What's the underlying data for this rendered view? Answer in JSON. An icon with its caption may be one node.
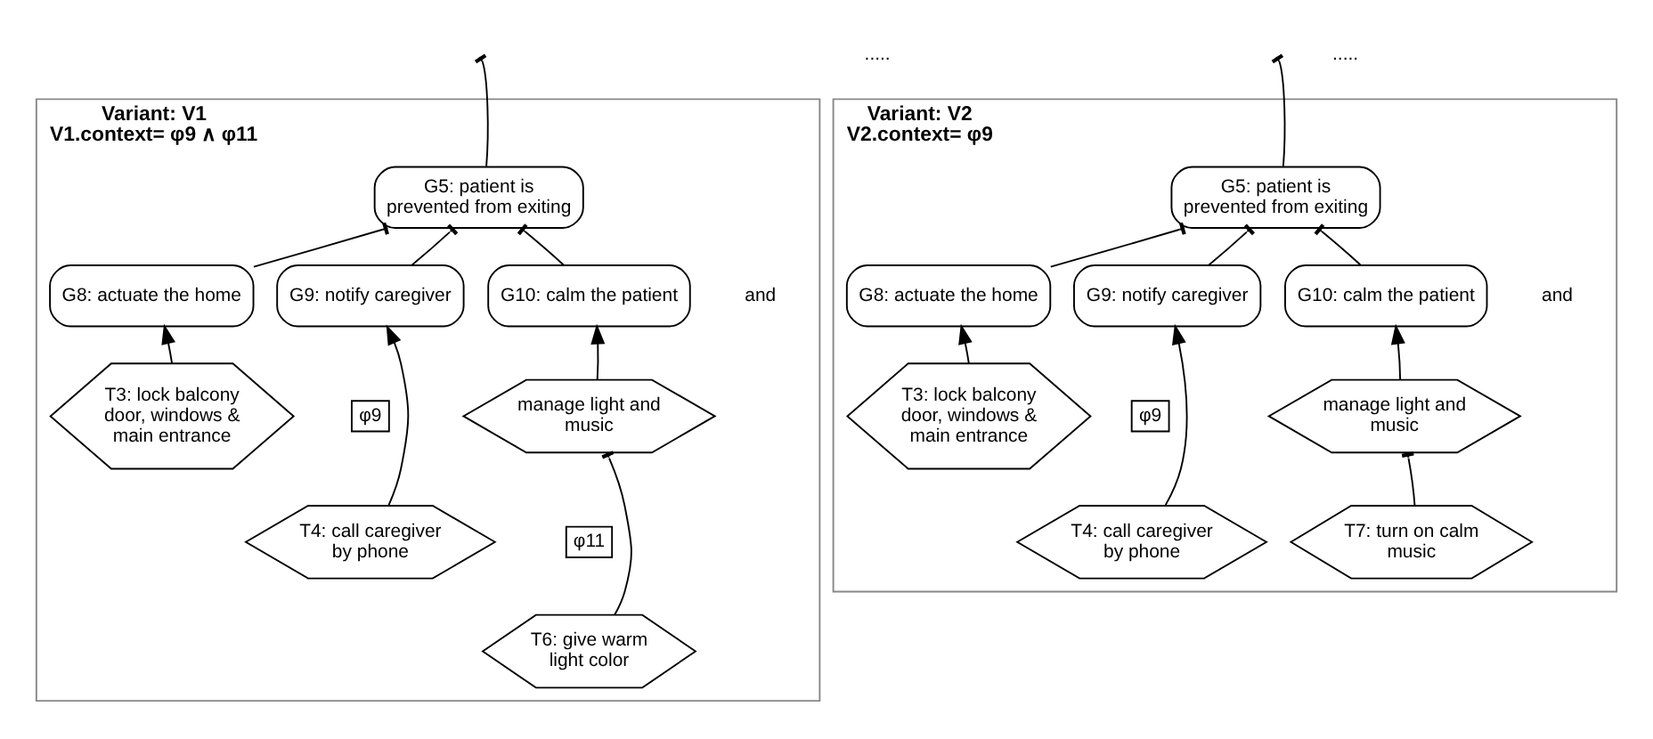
{
  "diagram": {
    "nodes": [
      {
        "text": [
          "Variant: V1",
          "V1.context= φ9 ∧ φ11"
        ]
      },
      {
        "text": [
          "G5: patient is prevented from exiting"
        ],
        "in": 0
      },
      {
        "text": [
          "G8: actuate the home"
        ],
        "in": 0
      },
      {
        "text": [
          "G9: notify caregiver"
        ],
        "in": 0
      },
      {
        "text": [
          "G10: calm the patient"
        ],
        "in": 0
      },
      {
        "text": [
          "φ9"
        ],
        "in": 0
      },
      {
        "text": [
          "T3: lock balcony door, windows & main entrance"
        ],
        "in": 0
      },
      {
        "text": [
          "T4: call caregiver by phone"
        ],
        "in": 0
      },
      {
        "text": [
          "manage light and music"
        ],
        "in": 0
      },
      {
        "text": [
          "φ11"
        ],
        "in": 0
      },
      {
        "text": [
          "T6: give warm light color"
        ],
        "in": 0
      },
      {
        "text": [
          "Variant: V2",
          "V2.context= φ9"
        ]
      },
      {
        "text": [
          "G5: patient is prevented from exiting"
        ],
        "in": 11
      },
      {
        "text": [
          "G8: actuate the home"
        ],
        "in": 11
      },
      {
        "text": [
          "G9: notify caregiver"
        ],
        "in": 11
      },
      {
        "text": [
          "G10: calm the patient"
        ],
        "in": 11
      },
      {
        "text": [
          "φ9"
        ],
        "in": 11
      },
      {
        "text": [
          "T3: lock balcony door, windows & main entrance"
        ],
        "in": 11
      },
      {
        "text": [
          "T4: call caregiver by phone"
        ],
        "in": 11
      },
      {
        "text": [
          "manage light and music"
        ],
        "in": 11
      },
      {
        "text": [
          "T7: turn on calm music"
        ],
        "in": 11
      }
    ],
    "edges": [
      {
        "from": null,
        "to": 1,
        "arrow": "other"
      },
      {
        "from": 1,
        "to": 2,
        "arrow": "other"
      },
      {
        "from": 1,
        "to": 3,
        "arrow": "other"
      },
      {
        "from": 1,
        "to": 4,
        "arrow": "other"
      },
      {
        "from": 6,
        "to": 2,
        "arrow": "to"
      },
      {
        "from": 7,
        "to": 3,
        "arrow": "to"
      },
      {
        "from": 8,
        "to": 4,
        "arrow": "to"
      },
      {
        "from": 10,
        "to": 8,
        "arrow": "other"
      },
      {
        "from": null,
        "to": 12,
        "arrow": "other"
      },
      {
        "from": 12,
        "to": 13,
        "arrow": "other"
      },
      {
        "from": 12,
        "to": 14,
        "arrow": "other"
      },
      {
        "from": 12,
        "to": 15,
        "arrow": "other"
      },
      {
        "from": 17,
        "to": 13,
        "arrow": "to"
      },
      {
        "from": 18,
        "to": 14,
        "arrow": "to"
      },
      {
        "from": 19,
        "to": 15,
        "arrow": "to"
      },
      {
        "from": 20,
        "to": 19,
        "arrow": "other"
      }
    ],
    "labels": [
      ".....",
      "and",
      ".....",
      "and"
    ]
  }
}
